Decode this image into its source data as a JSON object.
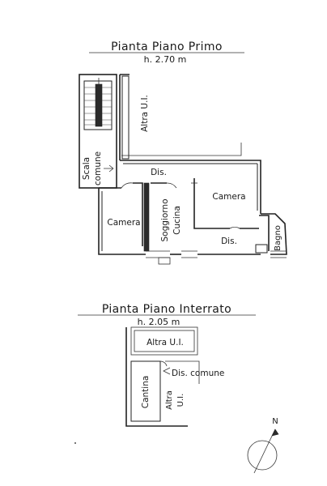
{
  "floor1": {
    "title": "Pianta Piano Primo",
    "height": "h. 2.70 m",
    "labels": {
      "altra_ui": "Altra U.I.",
      "scala": "Scala",
      "comune": "comune",
      "dis_top": "Dis.",
      "camera_right": "Camera",
      "camera_left": "Camera",
      "soggiorno": "Soggiorno",
      "cucina": "Cucina",
      "dis_bottom": "Dis.",
      "bagno": "Bagno"
    }
  },
  "basement": {
    "title": "Pianta Piano Interrato",
    "height": "h. 2.05 m",
    "labels": {
      "altra_ui_top": "Altra U.I.",
      "dis_comune": "Dis. comune",
      "cantina": "Cantina",
      "altra": "Altra",
      "ui": "U.I."
    }
  },
  "north": {
    "label": "N"
  }
}
